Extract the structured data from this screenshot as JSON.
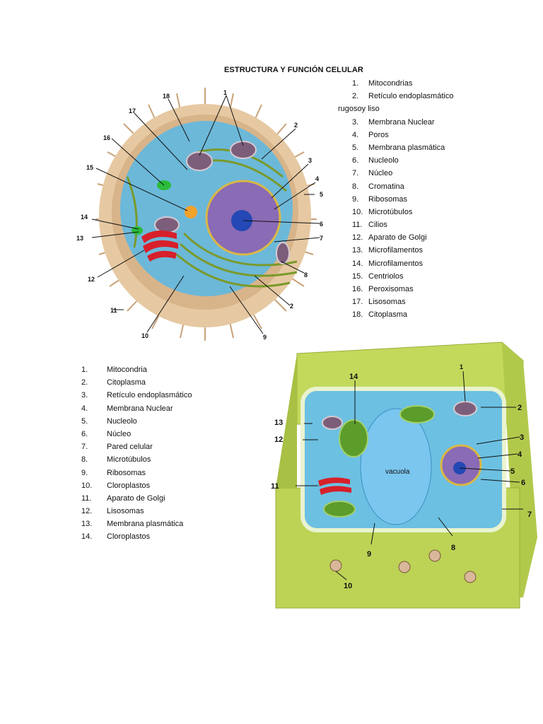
{
  "title": "ESTRUCTURA Y FUNCIÓN CELULAR",
  "animal_list": [
    {
      "num": "1.",
      "text": "Mitocondrias"
    },
    {
      "num": "2.",
      "text": "Retículo endoplasmático",
      "cont": "rugosoy liso"
    },
    {
      "num": "3.",
      "text": "Membrana Nuclear"
    },
    {
      "num": "4.",
      "text": "Poros"
    },
    {
      "num": "5.",
      "text": "Membrana plasmática"
    },
    {
      "num": "6.",
      "text": "Nucleolo"
    },
    {
      "num": "7.",
      "text": "Núcleo"
    },
    {
      "num": "8.",
      "text": "Cromatina"
    },
    {
      "num": "9.",
      "text": "Ribosomas"
    },
    {
      "num": "10.",
      "text": "Microtúbulos"
    },
    {
      "num": "11.",
      "text": "Cilios"
    },
    {
      "num": "12.",
      "text": "Aparato de Golgi"
    },
    {
      "num": "13.",
      "text": "Microfilamentos"
    },
    {
      "num": "14.",
      "text": "Microfilamentos"
    },
    {
      "num": "15.",
      "text": "Centriolos"
    },
    {
      "num": "16.",
      "text": "Peroxisomas"
    },
    {
      "num": "17.",
      "text": "Lisosomas"
    },
    {
      "num": "18.",
      "text": "Citoplasma"
    }
  ],
  "plant_list": [
    {
      "num": "1.",
      "text": "Mitocondria"
    },
    {
      "num": "2.",
      "text": "Citoplasma"
    },
    {
      "num": "3.",
      "text": "Retículo  endoplasmático"
    },
    {
      "num": "4.",
      "text": "Membrana Nuclear"
    },
    {
      "num": "5.",
      "text": "Nucleolo"
    },
    {
      "num": "6.",
      "text": "Núcleo"
    },
    {
      "num": "7.",
      "text": "Pared celular"
    },
    {
      "num": "8.",
      "text": "Microtúbulos"
    },
    {
      "num": "9.",
      "text": "Ribosomas"
    },
    {
      "num": "10.",
      "text": "Cloroplastos"
    },
    {
      "num": "11.",
      "text": "Aparato de Golgi"
    },
    {
      "num": "12.",
      "text": "Lisosomas"
    },
    {
      "num": "13.",
      "text": "Membrana plasmática"
    },
    {
      "num": "14.",
      "text": "Cloroplastos"
    }
  ],
  "animal_diagram": {
    "labels": [
      "1",
      "2",
      "3",
      "4",
      "5",
      "6",
      "7",
      "8",
      "2",
      "9",
      "10",
      "11",
      "12",
      "13",
      "14",
      "15",
      "16",
      "17",
      "18"
    ]
  },
  "plant_diagram": {
    "vacuole": "vacuola",
    "labels": [
      "1",
      "2",
      "3",
      "4",
      "5",
      "6",
      "7",
      "8",
      "9",
      "10",
      "11",
      "12",
      "13",
      "14"
    ]
  }
}
